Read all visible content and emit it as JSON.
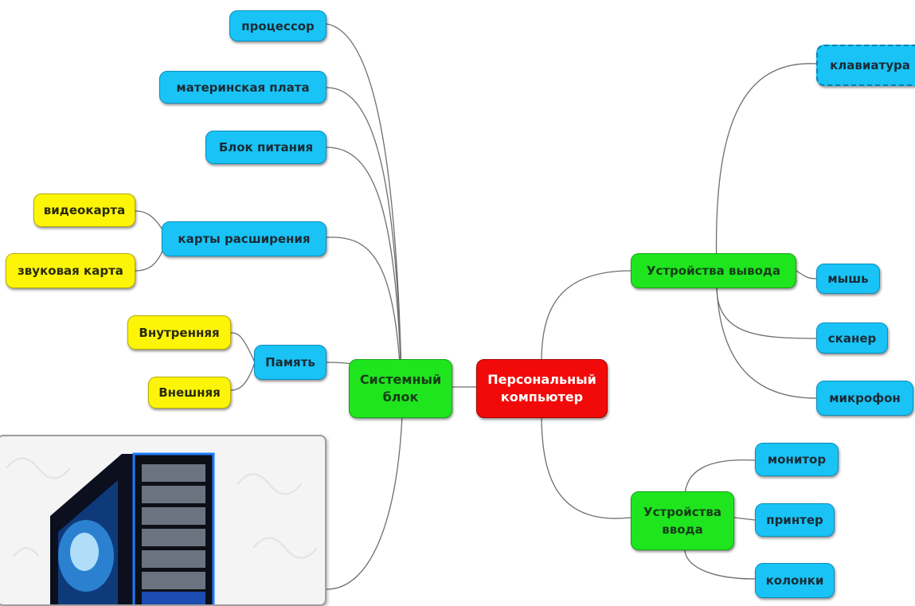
{
  "colors": {
    "central": "#f20a0a",
    "branch": "#1fe51f",
    "leaf": "#19c3f5",
    "sub_leaf": "#fdf507",
    "link": "#6e6e6e"
  },
  "central": {
    "label": "Персональный\nкомпьютер"
  },
  "system_unit": {
    "label": "Системный\nблок",
    "children": {
      "processor": "процессор",
      "motherboard": "материнская плата",
      "psu": "Блок питания",
      "expansion_cards": {
        "label": "карты расширения",
        "children": {
          "video_card": "видеокарта",
          "sound_card": "звуковая карта"
        }
      },
      "memory": {
        "label": "Память",
        "children": {
          "internal": "Внутренняя",
          "external": "Внешняя"
        }
      }
    }
  },
  "output_devices": {
    "label": "Устройства вывода",
    "children": {
      "keyboard": "клавиатура",
      "mouse": "мышь",
      "scanner": "сканер",
      "microphone": "микрофон"
    }
  },
  "input_devices": {
    "label": "Устройства\nввода",
    "children": {
      "monitor": "монитор",
      "printer": "принтер",
      "speakers": "колонки"
    }
  },
  "image": {
    "icon": "pc-tower-icon"
  }
}
